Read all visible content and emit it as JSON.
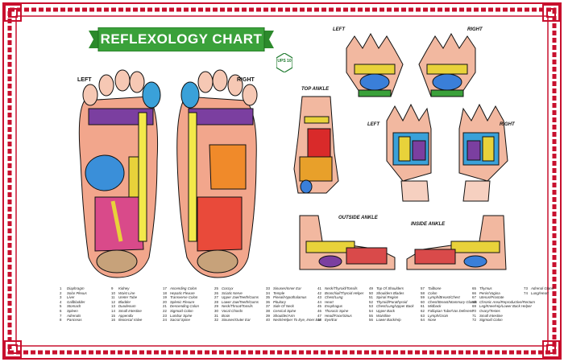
{
  "title": "REFLEXOLOGY CHART",
  "badge": "UPS 10",
  "labels": {
    "left": "LEFT",
    "right": "RIGHT",
    "top_ankle": "TOP ANKLE",
    "outside_ankle": "OUTSIDE ANKLE",
    "inside_ankle": "INSIDE ANKLE"
  },
  "colors": {
    "frame": "#c8102e",
    "banner": "#3aa13a",
    "outline": "#111111"
  },
  "legend": [
    [
      "1",
      "Diaphragm"
    ],
    [
      "2",
      "Solar Plexus"
    ],
    [
      "3",
      "Liver"
    ],
    [
      "4",
      "Gallbladder"
    ],
    [
      "5",
      "Stomach"
    ],
    [
      "6",
      "Spleen"
    ],
    [
      "7",
      "Adrenals"
    ],
    [
      "8",
      "Pancreas"
    ],
    [
      "9",
      "Kidney"
    ],
    [
      "10",
      "Waist Line"
    ],
    [
      "11",
      "Ureter Tube"
    ],
    [
      "12",
      "Bladder"
    ],
    [
      "13",
      "Duodenum"
    ],
    [
      "14",
      "Small Intestine"
    ],
    [
      "15",
      "Appendix"
    ],
    [
      "16",
      "Ileocecal Valve"
    ],
    [
      "17",
      "Ascending Colon"
    ],
    [
      "18",
      "Hepatic Flexure"
    ],
    [
      "19",
      "Transverse Colon"
    ],
    [
      "20",
      "Splenic Flexure"
    ],
    [
      "21",
      "Descending Colon"
    ],
    [
      "22",
      "Sigmoid Colon"
    ],
    [
      "23",
      "Lumbar Spine"
    ],
    [
      "24",
      "Sacral Spine"
    ],
    [
      "25",
      "Coccyx"
    ],
    [
      "26",
      "Sciatic Nerve"
    ],
    [
      "27",
      "Upper Jaw/Teeth/Gums"
    ],
    [
      "28",
      "Lower Jaw/Teeth/Gums"
    ],
    [
      "29",
      "Neck/Throat/Tonsils"
    ],
    [
      "30",
      "Vocal Chords"
    ],
    [
      "31",
      "Brain"
    ],
    [
      "32",
      "Sinuses/Outer Ear"
    ],
    [
      "33",
      "Sinuses/Inner Ear"
    ],
    [
      "34",
      "Temple"
    ],
    [
      "35",
      "Pineal/Hypothalamus"
    ],
    [
      "36",
      "Pituitary"
    ],
    [
      "37",
      "Side Of Neck"
    ],
    [
      "38",
      "Cervical Spine"
    ],
    [
      "39",
      "Shoulder/Arm"
    ],
    [
      "40",
      "Neck/Helper To Eye, Inner Ear"
    ],
    [
      "41",
      "Neck/Thyroid/Tonsils"
    ],
    [
      "42",
      "Bronchial/Thyroid Helper"
    ],
    [
      "43",
      "Chest/Lung"
    ],
    [
      "44",
      "Heart"
    ],
    [
      "45",
      "Esophagus"
    ],
    [
      "46",
      "Thoracic Spine"
    ],
    [
      "47",
      "Head/Face/Sinus"
    ],
    [
      "48",
      "Eye/Ear"
    ],
    [
      "49",
      "Top Of Shoulders"
    ],
    [
      "50",
      "Shoulders Blades"
    ],
    [
      "51",
      "Spinal Region"
    ],
    [
      "52",
      "Thyroid/Parathyroid"
    ],
    [
      "53",
      "Chest/Lung/Upper Back"
    ],
    [
      "54",
      "Upper Back"
    ],
    [
      "55",
      "Waistline"
    ],
    [
      "56",
      "Lower Back/Hip"
    ],
    [
      "57",
      "Tailbone"
    ],
    [
      "58",
      "Colon"
    ],
    [
      "59",
      "Lymph/Breast/Chest"
    ],
    [
      "60",
      "Chest/Breast/Mammary Glands"
    ],
    [
      "61",
      "Midback"
    ],
    [
      "62",
      "Fallopian Tube/Vas Deferens"
    ],
    [
      "63",
      "Lymph/Groin"
    ],
    [
      "64",
      "Nose"
    ],
    [
      "65",
      "Thymus"
    ],
    [
      "66",
      "Penis/Vagina"
    ],
    [
      "67",
      "Uterus/Prostate"
    ],
    [
      "68",
      "Chronic Area/Reproductive/Rectum"
    ],
    [
      "69",
      "Leg/Knee/Hip/Lower Back Helper"
    ],
    [
      "70",
      "Ovary/Testes"
    ],
    [
      "71",
      "Small Intestine"
    ],
    [
      "72",
      "Sigmoid Colon"
    ],
    [
      "73",
      "Adrenal Gland"
    ],
    [
      "74",
      "Lung/Heart"
    ]
  ]
}
